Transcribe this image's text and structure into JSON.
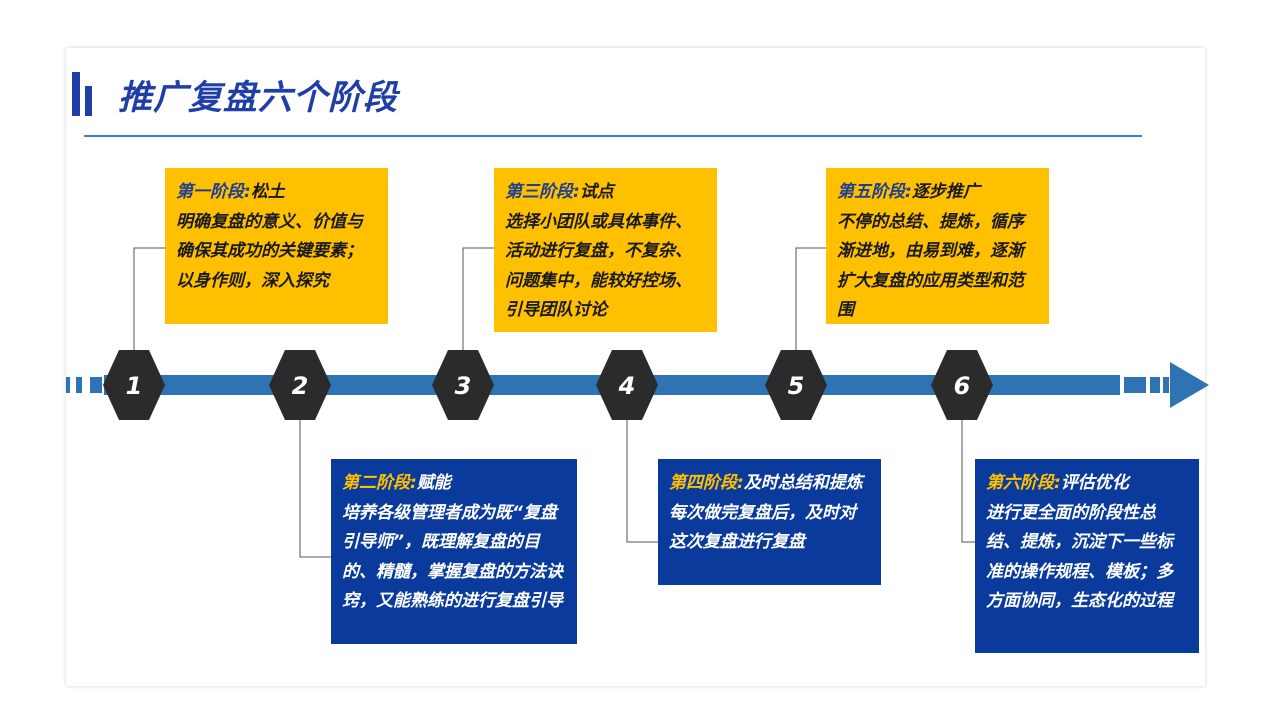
{
  "title": "推广复盘六个阶段",
  "colors": {
    "accent_blue": "#2e74b5",
    "navy": "#0a3b9c",
    "gold": "#ffc000",
    "hex": "#2b2b2b",
    "title": "#1f3ea8"
  },
  "stages": [
    {
      "number": "1",
      "head": "第一阶段:",
      "name": "松土",
      "desc": "明确复盘的意义、价值与确保其成功的关键要素；以身作则，深入探究"
    },
    {
      "number": "2",
      "head": "第二阶段:",
      "name": "赋能",
      "desc": "培养各级管理者成为既“复盘引导师”，既理解复盘的目的、精髓，掌握复盘的方法诀窍，又能熟练的进行复盘引导"
    },
    {
      "number": "3",
      "head": "第三阶段:",
      "name": "试点",
      "desc": "选择小团队或具体事件、活动进行复盘，不复杂、问题集中，能较好控场、引导团队讨论"
    },
    {
      "number": "4",
      "head": "第四阶段:",
      "name": "及时总结和提炼",
      "desc": "每次做完复盘后，及时对这次复盘进行复盘"
    },
    {
      "number": "5",
      "head": "第五阶段:",
      "name": "逐步推广",
      "desc": "不停的总结、提炼，循序渐进地，由易到难，逐渐扩大复盘的应用类型和范围"
    },
    {
      "number": "6",
      "head": "第六阶段:",
      "name": "评估优化",
      "desc": "进行更全面的阶段性总结、提炼，沉淀下一些标准的操作规程、模板；多方面协同，生态化的过程"
    }
  ]
}
